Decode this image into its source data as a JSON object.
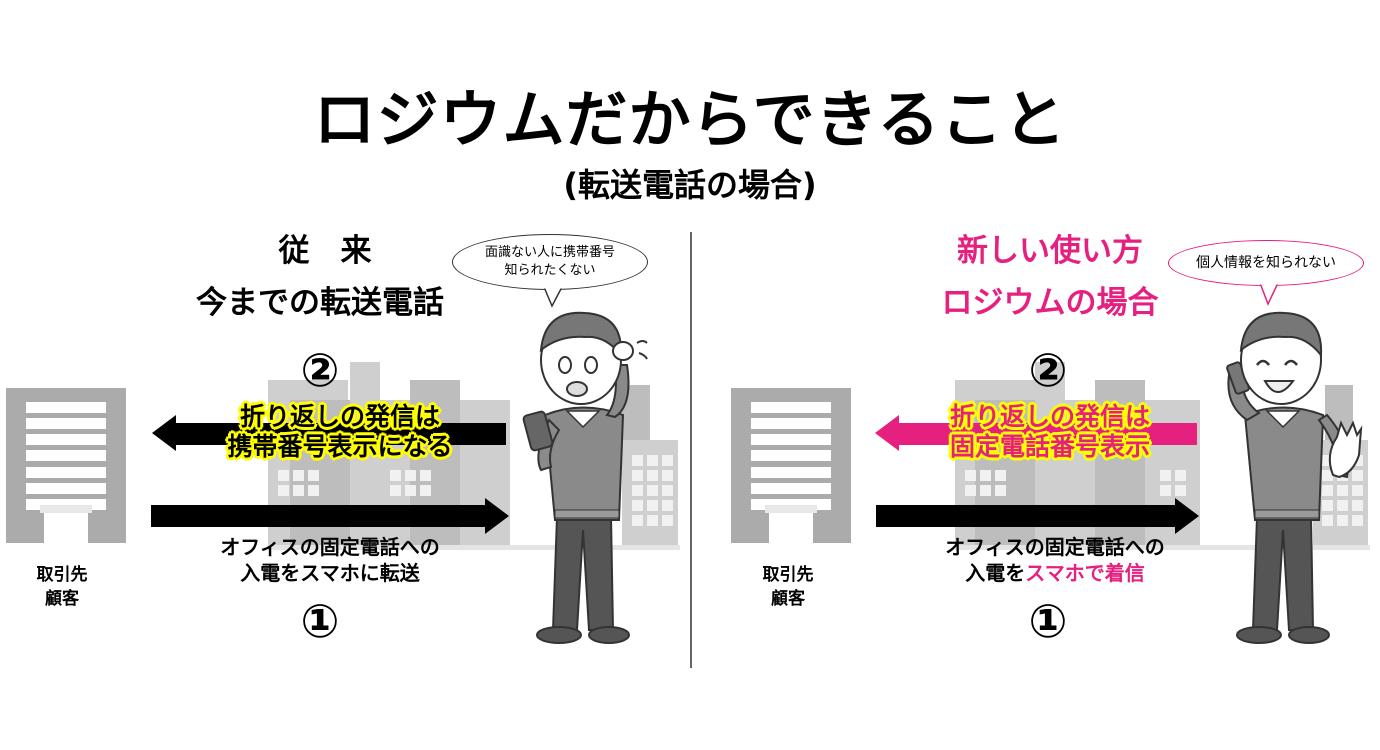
{
  "title": "ロジウムだからできること",
  "subtitle": "(転送電話の場合)",
  "left_panel": {
    "heading_line1": "従　来",
    "heading_line2": "今までの転送電話",
    "speech_bubble_line1": "面識ない人に携帯番号",
    "speech_bubble_line2": "知られたくない",
    "step2_marker": "②",
    "step2_callout_line1": "折り返しの発信は",
    "step2_callout_line2": "携帯番号表示になる",
    "step1_desc_line1": "オフィスの固定電話への",
    "step1_desc_line2": "入電をスマホに転送",
    "step1_marker": "①",
    "client_label_line1": "取引先",
    "client_label_line2": "顧客",
    "person_expression": "worried",
    "arrow2_color": "#000000"
  },
  "right_panel": {
    "heading_line1": "新しい使い方",
    "heading_line2": "ロジウムの場合",
    "heading_color": "#e6207f",
    "speech_bubble_line1": "個人情報を知られない",
    "step2_marker": "②",
    "step2_callout_line1": "折り返しの発信は",
    "step2_callout_line2": "固定電話番号表示",
    "step1_desc_line1": "オフィスの固定電話への",
    "step1_desc_line2_plain": "入電を",
    "step1_desc_line2_highlight": "スマホで着信",
    "step1_marker": "①",
    "client_label_line1": "取引先",
    "client_label_line2": "顧客",
    "person_expression": "happy",
    "arrow2_color": "#e6207f"
  },
  "colors": {
    "accent_pink": "#e6207f",
    "callout_outline": "#ffff00",
    "building_gray": "#ababab"
  }
}
